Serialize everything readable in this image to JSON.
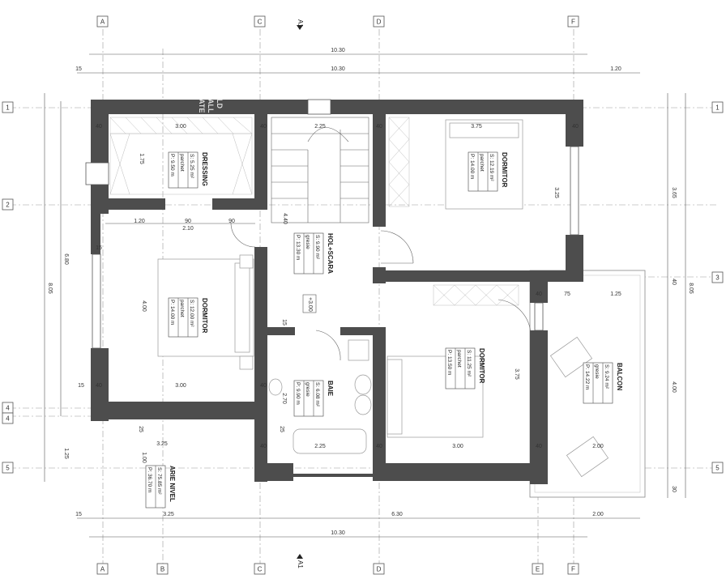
{
  "axes": {
    "columns": [
      "A",
      "B",
      "C",
      "D",
      "E",
      "F"
    ],
    "rows": [
      "1",
      "2",
      "3",
      "4",
      "4",
      "5"
    ]
  },
  "section_marks": [
    "A1",
    "A1"
  ],
  "dimensions": {
    "top_overall": "10.30",
    "top_second": "10.30",
    "top_left_offset": "15",
    "top_right_balcony": "1.20",
    "bottom_overall": "10.30",
    "bottom_left_offset": "15",
    "bottom_segments": [
      "3.25",
      "6.30",
      "2.00"
    ],
    "left_overall": "8.05",
    "left_second": "6.80",
    "left_lower": "1.25",
    "left_small": "1.00",
    "left_offset_15": "15",
    "right_upper": "3.65",
    "right_lower": "4.00",
    "right_small": "40",
    "right_small_bottom": "30",
    "right_overall": "8.05",
    "interior": {
      "dressing_w": "3.00",
      "dressing_h": "1.75",
      "hol_w": "2.25",
      "dorm_ne_w": "3.75",
      "dorm_ne_h": "3.25",
      "seg_120": "1.20",
      "seg_90a": "90",
      "seg_90b": "90",
      "seg_210": "2.10",
      "seg_440": "4.40",
      "dorm_w_h": "4.00",
      "dorm_w_w": "3.00",
      "seg_15a": "15",
      "seg_15b": "15",
      "seg_270": "2.70",
      "baie_w": "2.25",
      "dorm_se_w": "3.00",
      "dorm_se_h": "3.75",
      "balcon_w": "2.00",
      "balcon_top": "1.25",
      "seg_75": "75",
      "seg_40s": [
        "40",
        "40",
        "40",
        "40",
        "40",
        "40",
        "40",
        "40",
        "40",
        "40"
      ],
      "seg_25a": "25",
      "seg_25b": "25",
      "seg_325": "3.25",
      "level_mark": "+3.00"
    }
  },
  "rooms": [
    {
      "name": "DRESSING",
      "s": "S: 5.25 m²",
      "floor": "parchet",
      "p": "P: 9.50 m"
    },
    {
      "name": "HOL+SCARA",
      "s": "S: 9.90 m²",
      "floor": "gresie",
      "p": "P: 13.30 m"
    },
    {
      "name": "DORMITOR",
      "s": "S: 12.19 m²",
      "floor": "parchet",
      "p": "P: 14.00 m"
    },
    {
      "name": "DORMITOR",
      "s": "S: 12.00 m²",
      "floor": "parchet",
      "p": "P: 14.00 m"
    },
    {
      "name": "BAIE",
      "s": "S: 6.08 m²",
      "floor": "gresie",
      "p": "P: 9.90 m"
    },
    {
      "name": "DORMITOR",
      "s": "S: 11.25 m²",
      "floor": "parchet",
      "p": "P: 13.50 m"
    },
    {
      "name": "BALCON",
      "s": "S: 9.24 m²",
      "floor": "gresie",
      "p": "P: 14.22 m"
    }
  ],
  "level_area": {
    "title": "ARIE NIVEL",
    "s": "S: 75.85 m²",
    "p": "P: 36.70 m"
  },
  "watermark": [
    "LD",
    "ALL",
    "ATE"
  ]
}
